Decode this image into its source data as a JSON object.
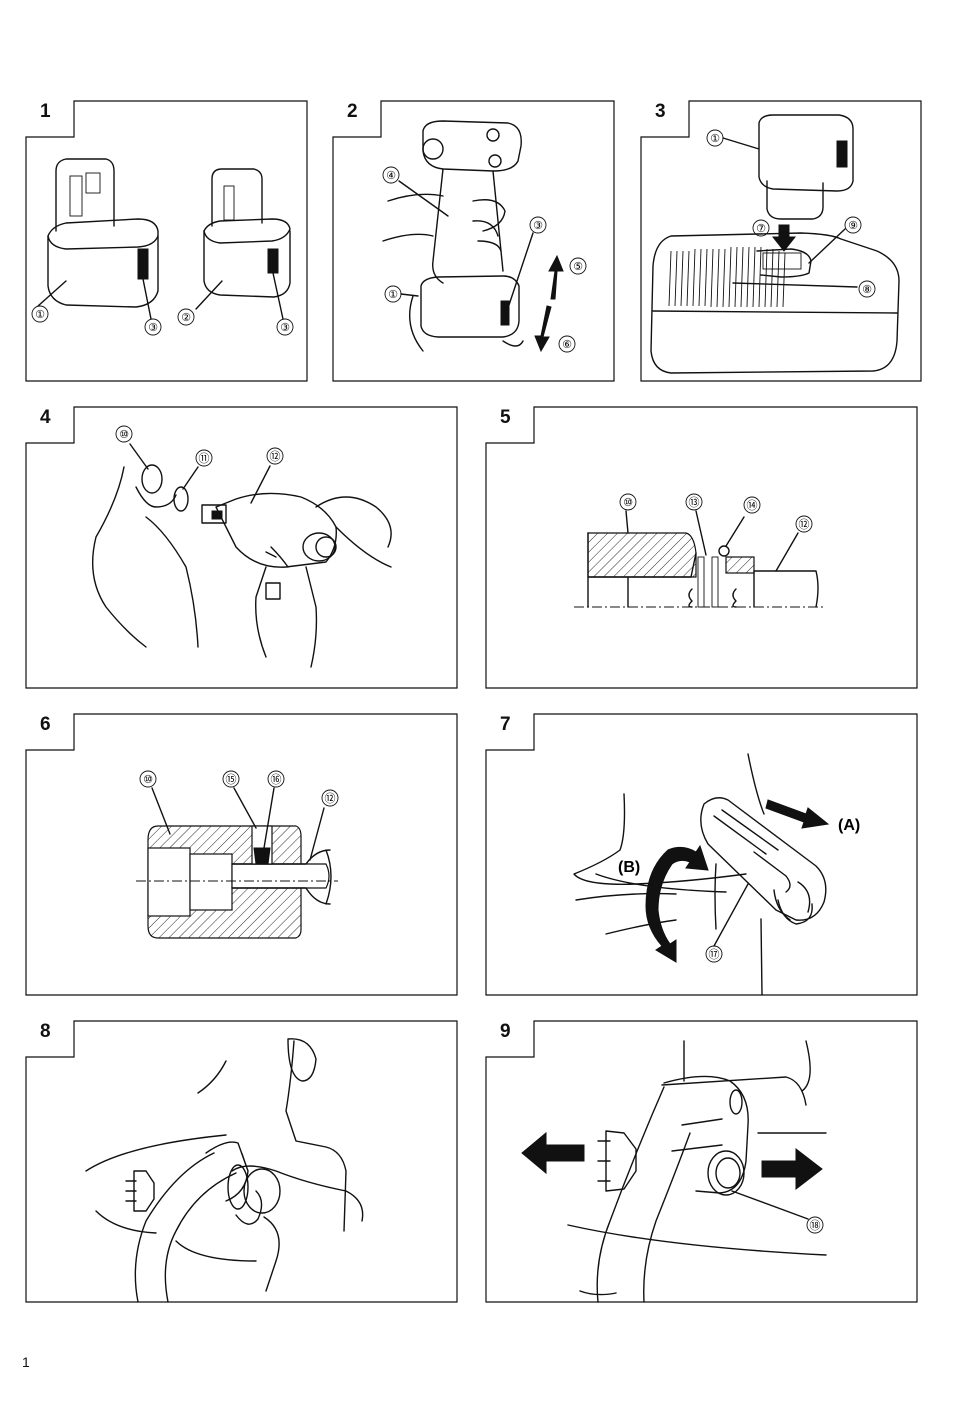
{
  "page_number": "1",
  "panels": [
    {
      "number": "1",
      "callouts": [
        "①",
        "③",
        "②",
        "③"
      ]
    },
    {
      "number": "2",
      "callouts": [
        "④",
        "③",
        "⑤",
        "①",
        "⑥"
      ]
    },
    {
      "number": "3",
      "callouts": [
        "①",
        "⑨",
        "⑦",
        "⑧"
      ]
    },
    {
      "number": "4",
      "callouts": [
        "⑩",
        "⑪",
        "⑫"
      ]
    },
    {
      "number": "5",
      "callouts": [
        "⑩",
        "⑬",
        "⑭",
        "⑫"
      ]
    },
    {
      "number": "6",
      "callouts": [
        "⑩",
        "⑮",
        "⑯",
        "⑫"
      ]
    },
    {
      "number": "7",
      "callouts": [
        "(A)",
        "(B)",
        "⑰"
      ]
    },
    {
      "number": "8",
      "callouts": []
    },
    {
      "number": "9",
      "callouts": [
        "⑱"
      ]
    }
  ]
}
